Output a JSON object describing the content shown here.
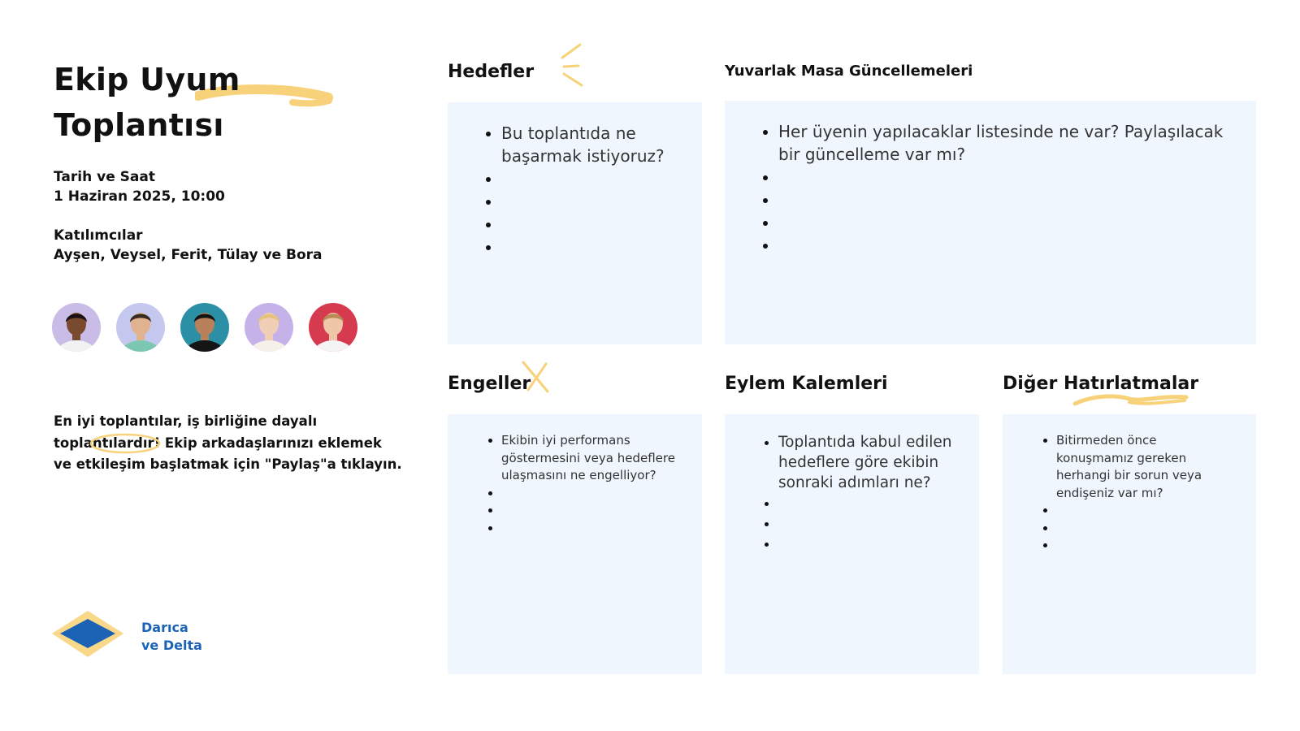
{
  "page": {
    "title_line1": "Ekip Uyum",
    "title_line2": "Toplantısı",
    "date_label": "Tarih ve Saat",
    "date_value": "1 Haziran 2025, 10:00",
    "participants_label": "Katılımcılar",
    "participants_value": "Ayşen, Veysel, Ferit, Tülay ve Bora",
    "promo_text": "En iyi toplantılar, iş birliğine dayalı toplantılardır! Ekip arkadaşlarınızı eklemek ve etkileşim başlatmak için \"Paylaş\"a tıklayın."
  },
  "avatars": [
    {
      "bg": "#c9bce6",
      "skin": "#7a4a2e",
      "hair": "#1a1212",
      "shirt": "#f2f2f2"
    },
    {
      "bg": "#c5c8ee",
      "skin": "#e0b290",
      "hair": "#3a2a1f",
      "shirt": "#7cc7b1"
    },
    {
      "bg": "#2b8fa6",
      "skin": "#b9805c",
      "hair": "#141414",
      "shirt": "#151515"
    },
    {
      "bg": "#c4b2e8",
      "skin": "#f0cfb6",
      "hair": "#e3c27e",
      "shirt": "#f5f0e8"
    },
    {
      "bg": "#d63a4e",
      "skin": "#efc6a8",
      "hair": "#b98a58",
      "shirt": "#f4f4f4"
    }
  ],
  "logo": {
    "line1": "Darıca",
    "line2": "ve Delta",
    "color_outer": "#f9d88a",
    "color_inner": "#1c63b5"
  },
  "colors": {
    "accent_yellow": "#f7d27a",
    "card_bg": "#f0f6fe",
    "logo_blue": "#1c63b5"
  },
  "sections": {
    "hedefler": {
      "heading": "Hedefler",
      "items": [
        "Bu toplantıda ne başarmak istiyoruz?",
        "",
        "",
        "",
        ""
      ]
    },
    "yuvarlak": {
      "heading": "Yuvarlak Masa Güncellemeleri",
      "items": [
        "Her üyenin yapılacaklar listesinde ne var? Paylaşılacak bir güncelleme var mı?",
        "",
        "",
        "",
        ""
      ]
    },
    "engeller": {
      "heading": "Engeller",
      "items": [
        "Ekibin iyi performans göstermesini veya hedeflere ulaşmasını ne engelliyor?",
        "",
        "",
        ""
      ]
    },
    "eylem": {
      "heading": "Eylem Kalemleri",
      "items": [
        "Toplantıda kabul edilen hedeflere göre ekibin sonraki adımları ne?",
        "",
        "",
        ""
      ]
    },
    "diger": {
      "heading": "Diğer Hatırlatmalar",
      "items": [
        "Bitirmeden önce konuşmamız gereken herhangi bir sorun veya endişeniz var mı?",
        "",
        "",
        ""
      ]
    }
  }
}
